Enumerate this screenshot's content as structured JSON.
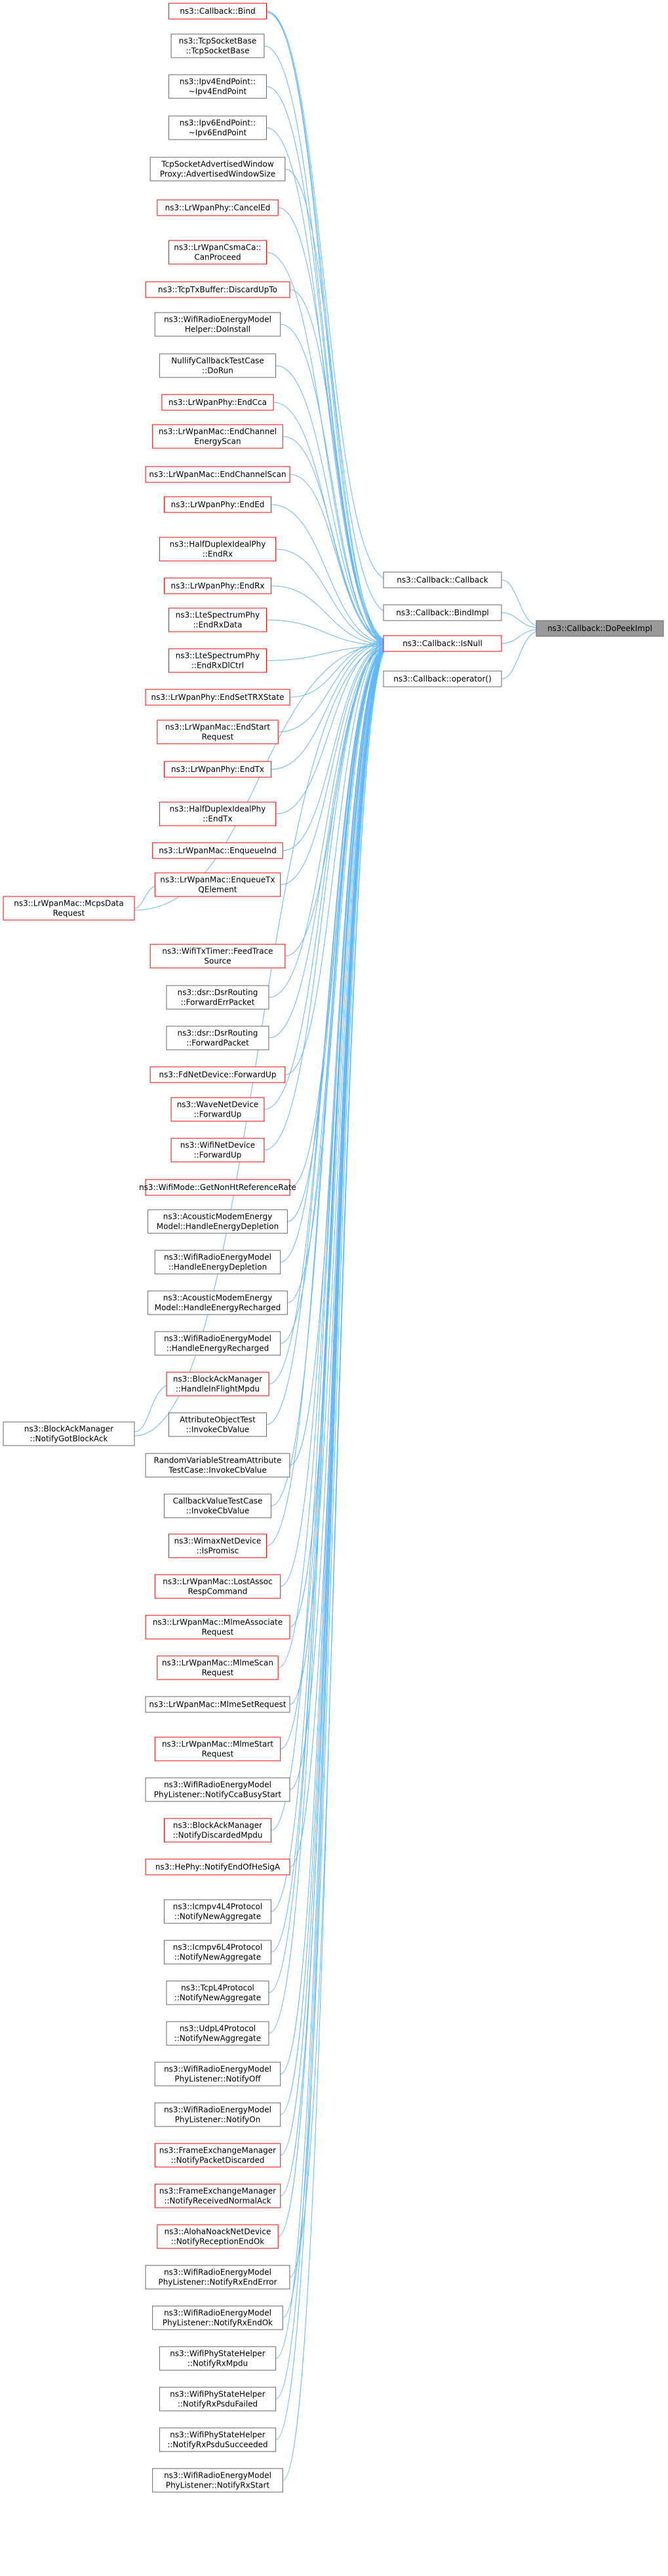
{
  "graph": {
    "target": {
      "lines": [
        "ns3::Callback::DoPeekImpl"
      ]
    },
    "middle": [
      {
        "lines": [
          "ns3::Callback::Callback"
        ],
        "red": false
      },
      {
        "lines": [
          "ns3::Callback::BindImpl"
        ],
        "red": false
      },
      {
        "lines": [
          "ns3::Callback::IsNull"
        ],
        "red": true
      },
      {
        "lines": [
          "ns3::Callback::operator()"
        ],
        "red": false
      }
    ],
    "callers": [
      {
        "lines": [
          "ns3::Callback::Bind"
        ],
        "red": true
      },
      {
        "lines": [
          "ns3::TcpSocketBase",
          "::TcpSocketBase"
        ],
        "red": false
      },
      {
        "lines": [
          "ns3::Ipv4EndPoint::",
          "~Ipv4EndPoint"
        ],
        "red": false
      },
      {
        "lines": [
          "ns3::Ipv6EndPoint::",
          "~Ipv6EndPoint"
        ],
        "red": false
      },
      {
        "lines": [
          "TcpSocketAdvertisedWindow",
          "Proxy::AdvertisedWindowSize"
        ],
        "red": false
      },
      {
        "lines": [
          "ns3::LrWpanPhy::CancelEd"
        ],
        "red": true
      },
      {
        "lines": [
          "ns3::LrWpanCsmaCa::",
          "CanProceed"
        ],
        "red": true
      },
      {
        "lines": [
          "ns3::TcpTxBuffer::DiscardUpTo"
        ],
        "red": true
      },
      {
        "lines": [
          "ns3::WifiRadioEnergyModel",
          "Helper::DoInstall"
        ],
        "red": false
      },
      {
        "lines": [
          "NullifyCallbackTestCase",
          "::DoRun"
        ],
        "red": false
      },
      {
        "lines": [
          "ns3::LrWpanPhy::EndCca"
        ],
        "red": true
      },
      {
        "lines": [
          "ns3::LrWpanMac::EndChannel",
          "EnergyScan"
        ],
        "red": true
      },
      {
        "lines": [
          "ns3::LrWpanMac::EndChannelScan"
        ],
        "red": true
      },
      {
        "lines": [
          "ns3::LrWpanPhy::EndEd"
        ],
        "red": true
      },
      {
        "lines": [
          "ns3::HalfDuplexIdealPhy",
          "::EndRx"
        ],
        "red": true
      },
      {
        "lines": [
          "ns3::LrWpanPhy::EndRx"
        ],
        "red": true
      },
      {
        "lines": [
          "ns3::LteSpectrumPhy",
          "::EndRxData"
        ],
        "red": true
      },
      {
        "lines": [
          "ns3::LteSpectrumPhy",
          "::EndRxDlCtrl"
        ],
        "red": true
      },
      {
        "lines": [
          "ns3::LrWpanPhy::EndSetTRXState"
        ],
        "red": true
      },
      {
        "lines": [
          "ns3::LrWpanMac::EndStart",
          "Request"
        ],
        "red": true
      },
      {
        "lines": [
          "ns3::LrWpanPhy::EndTx"
        ],
        "red": true
      },
      {
        "lines": [
          "ns3::HalfDuplexIdealPhy",
          "::EndTx"
        ],
        "red": true
      },
      {
        "lines": [
          "ns3::LrWpanMac::EnqueueInd"
        ],
        "red": true
      },
      {
        "lines": [
          "ns3::LrWpanMac::EnqueueTx",
          "QElement"
        ],
        "red": true
      },
      {
        "lines": [
          "ns3::WifiTxTimer::FeedTrace",
          "Source"
        ],
        "red": true
      },
      {
        "lines": [
          "ns3::dsr::DsrRouting",
          "::ForwardErrPacket"
        ],
        "red": false
      },
      {
        "lines": [
          "ns3::dsr::DsrRouting",
          "::ForwardPacket"
        ],
        "red": false
      },
      {
        "lines": [
          "ns3::FdNetDevice::ForwardUp"
        ],
        "red": true
      },
      {
        "lines": [
          "ns3::WaveNetDevice",
          "::ForwardUp"
        ],
        "red": true
      },
      {
        "lines": [
          "ns3::WifiNetDevice",
          "::ForwardUp"
        ],
        "red": true
      },
      {
        "lines": [
          "ns3::WifiMode::GetNonHtReferenceRate"
        ],
        "red": true
      },
      {
        "lines": [
          "ns3::AcousticModemEnergy",
          "Model::HandleEnergyDepletion"
        ],
        "red": false
      },
      {
        "lines": [
          "ns3::WifiRadioEnergyModel",
          "::HandleEnergyDepletion"
        ],
        "red": false
      },
      {
        "lines": [
          "ns3::AcousticModemEnergy",
          "Model::HandleEnergyRecharged"
        ],
        "red": false
      },
      {
        "lines": [
          "ns3::WifiRadioEnergyModel",
          "::HandleEnergyRecharged"
        ],
        "red": false
      },
      {
        "lines": [
          "ns3::BlockAckManager",
          "::HandleInFlightMpdu"
        ],
        "red": true
      },
      {
        "lines": [
          "AttributeObjectTest",
          "::InvokeCbValue"
        ],
        "red": false
      },
      {
        "lines": [
          "RandomVariableStreamAttribute",
          "TestCase::InvokeCbValue"
        ],
        "red": false
      },
      {
        "lines": [
          "CallbackValueTestCase",
          "::InvokeCbValue"
        ],
        "red": false
      },
      {
        "lines": [
          "ns3::WimaxNetDevice",
          "::IsPromisc"
        ],
        "red": true
      },
      {
        "lines": [
          "ns3::LrWpanMac::LostAssoc",
          "RespCommand"
        ],
        "red": true
      },
      {
        "lines": [
          "ns3::LrWpanMac::MlmeAssociate",
          "Request"
        ],
        "red": true
      },
      {
        "lines": [
          "ns3::LrWpanMac::MlmeScan",
          "Request"
        ],
        "red": true
      },
      {
        "lines": [
          "ns3::LrWpanMac::MlmeSetRequest"
        ],
        "red": false
      },
      {
        "lines": [
          "ns3::LrWpanMac::MlmeStart",
          "Request"
        ],
        "red": true
      },
      {
        "lines": [
          "ns3::WifiRadioEnergyModel",
          "PhyListener::NotifyCcaBusyStart"
        ],
        "red": false
      },
      {
        "lines": [
          "ns3::BlockAckManager",
          "::NotifyDiscardedMpdu"
        ],
        "red": true
      },
      {
        "lines": [
          "ns3::HePhy::NotifyEndOfHeSigA"
        ],
        "red": true
      },
      {
        "lines": [
          "ns3::Icmpv4L4Protocol",
          "::NotifyNewAggregate"
        ],
        "red": false
      },
      {
        "lines": [
          "ns3::Icmpv6L4Protocol",
          "::NotifyNewAggregate"
        ],
        "red": false
      },
      {
        "lines": [
          "ns3::TcpL4Protocol",
          "::NotifyNewAggregate"
        ],
        "red": false
      },
      {
        "lines": [
          "ns3::UdpL4Protocol",
          "::NotifyNewAggregate"
        ],
        "red": false
      },
      {
        "lines": [
          "ns3::WifiRadioEnergyModel",
          "PhyListener::NotifyOff"
        ],
        "red": false
      },
      {
        "lines": [
          "ns3::WifiRadioEnergyModel",
          "PhyListener::NotifyOn"
        ],
        "red": false
      },
      {
        "lines": [
          "ns3::FrameExchangeManager",
          "::NotifyPacketDiscarded"
        ],
        "red": true
      },
      {
        "lines": [
          "ns3::FrameExchangeManager",
          "::NotifyReceivedNormalAck"
        ],
        "red": true
      },
      {
        "lines": [
          "ns3::AlohaNoackNetDevice",
          "::NotifyReceptionEndOk"
        ],
        "red": true
      },
      {
        "lines": [
          "ns3::WifiRadioEnergyModel",
          "PhyListener::NotifyRxEndError"
        ],
        "red": false
      },
      {
        "lines": [
          "ns3::WifiRadioEnergyModel",
          "PhyListener::NotifyRxEndOk"
        ],
        "red": false
      },
      {
        "lines": [
          "ns3::WifiPhyStateHelper",
          "::NotifyRxMpdu"
        ],
        "red": false
      },
      {
        "lines": [
          "ns3::WifiPhyStateHelper",
          "::NotifyRxPsduFailed"
        ],
        "red": false
      },
      {
        "lines": [
          "ns3::WifiPhyStateHelper",
          "::NotifyRxPsduSucceeded"
        ],
        "red": false
      },
      {
        "lines": [
          "ns3::WifiRadioEnergyModel",
          "PhyListener::NotifyRxStart"
        ],
        "red": false
      }
    ],
    "second_level": [
      {
        "lines": [
          "ns3::LrWpanMac::McpsData",
          "Request"
        ],
        "red": true
      },
      {
        "lines": [
          "ns3::BlockAckManager",
          "::NotifyGotBlockAck"
        ],
        "red": false
      }
    ],
    "colors": {
      "edge": "#63b8ff",
      "node_border": "#666666",
      "node_border_red": "#ff0000",
      "target_fill": "#999999"
    }
  }
}
